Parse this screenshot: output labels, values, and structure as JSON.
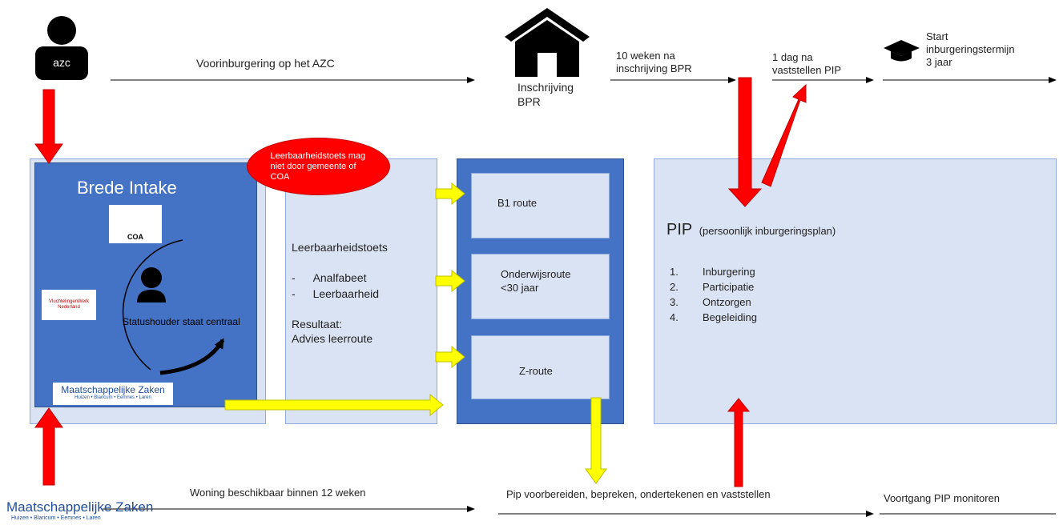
{
  "top": {
    "azc_label": "azc",
    "pre_integration": "Voorinburgering op het AZC",
    "registration": "Inschrijving\nBPR",
    "weeks_after": "10 weken na\ninschrijving BPR",
    "day_after": "1 dag na\nvaststellen PIP",
    "start_term": "Start\ninburgeringstermijn\n3 jaar"
  },
  "intake": {
    "title": "Brede Intake",
    "coa_logo": "COA",
    "vwn_logo": "VluchtelingenWerk Nederland",
    "center_text": "Statushouder staat centraal",
    "mz_logo_main": "Maatschappelijke Zaken",
    "mz_logo_sub": "Huizen • Blaricum • Eemnes • Laren"
  },
  "bubble": "Leerbaarheidstoets mag niet door gemeente of COA",
  "test": {
    "title": "Leerbaarheidstoets",
    "items": [
      "Analfabeet",
      "Leerbaarheid"
    ],
    "result_label": "Resultaat:",
    "result_value": "Advies leerroute"
  },
  "routes": {
    "b1": "B1 route",
    "edu": "Onderwijsroute\n<30 jaar",
    "z": "Z-route"
  },
  "pip": {
    "title": "PIP",
    "subtitle": "(persoonlijk inburgeringsplan)",
    "items": [
      "Inburgering",
      "Participatie",
      "Ontzorgen",
      "Begeleiding"
    ]
  },
  "bottom": {
    "logo_main": "Maatschappelijke Zaken",
    "logo_sub": "Huizen • Blaricum • Eemnes • Laren",
    "housing": "Woning beschikbaar binnen 12 weken",
    "pip_prepare": "Pip voorbereiden, bepreken, ondertekenen en vaststellen",
    "monitor": "Voortgang PIP monitoren"
  },
  "colors": {
    "dark_blue": "#4472c4",
    "light_blue": "#dae3f3",
    "red": "#ff0000",
    "yellow": "#ffff00"
  }
}
